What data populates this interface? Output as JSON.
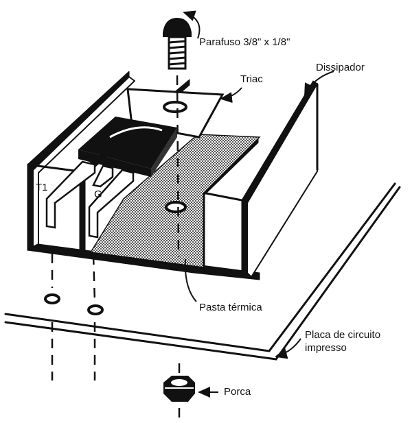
{
  "labels": {
    "screw": "Parafuso 3/8\" x 1/8\"",
    "triac": "Triac",
    "heatsink": "Dissipador",
    "t1": "T1",
    "g": "G",
    "thermal_paste": "Pasta térmica",
    "pcb_line1": "Placa de circuito",
    "pcb_line2": "impresso",
    "nut": "Porca"
  },
  "colors": {
    "ink": "#111111",
    "paper": "#ffffff",
    "paste": "#6b6b6b"
  }
}
